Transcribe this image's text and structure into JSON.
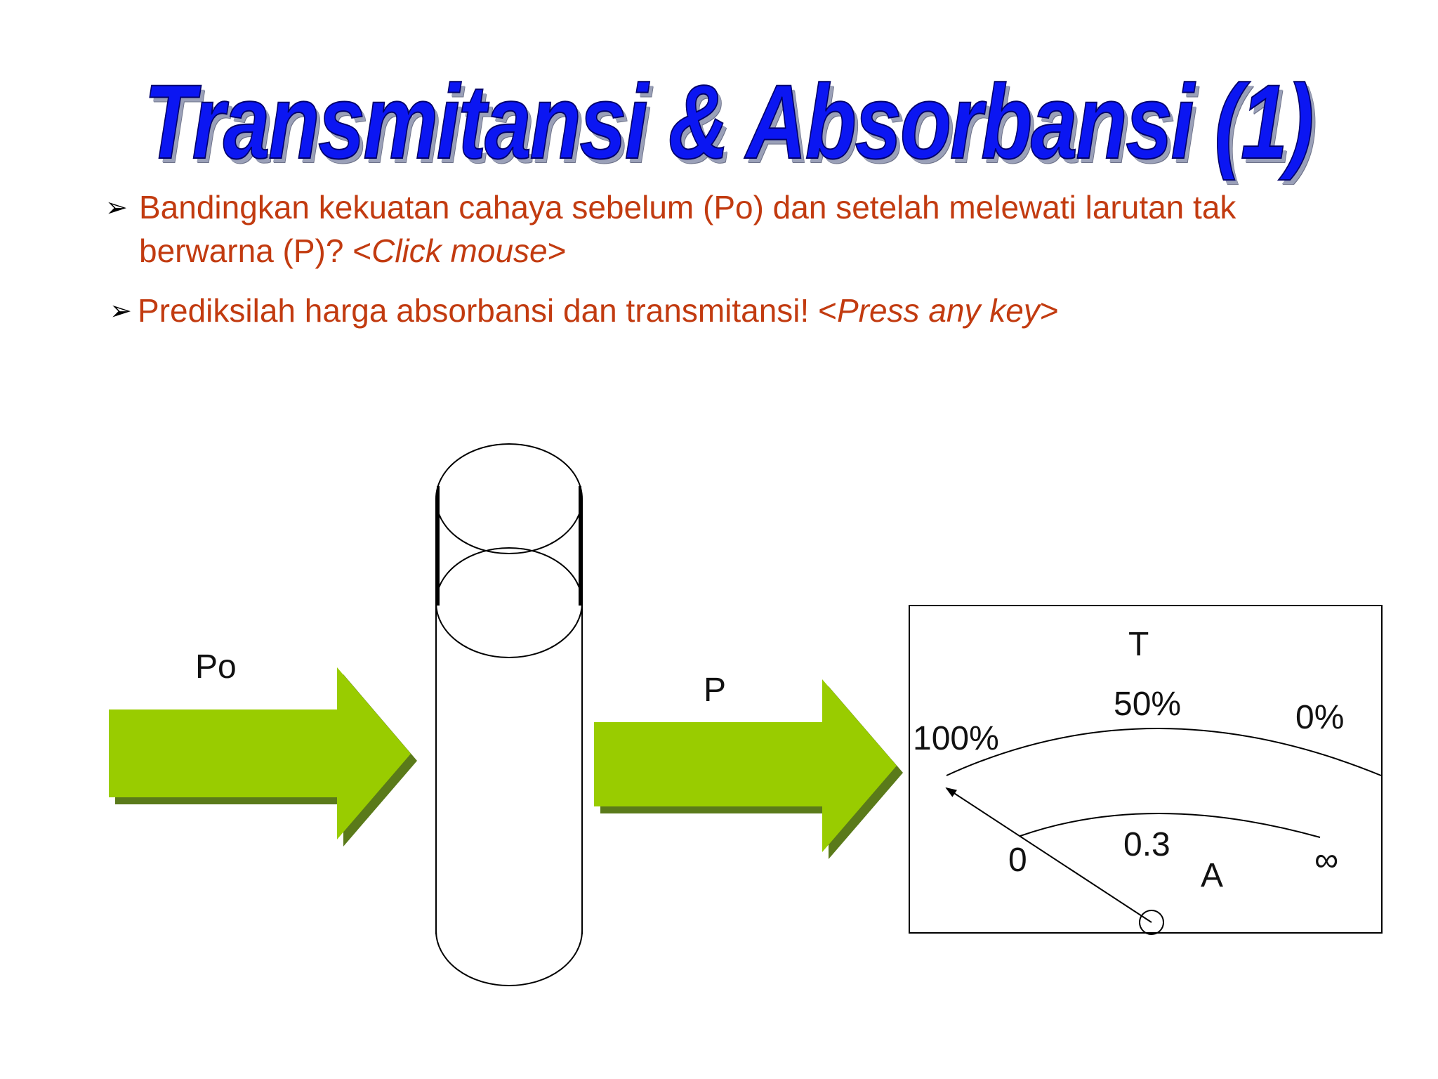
{
  "title": "Transmitansi & Absorbansi (1)",
  "bullets": [
    {
      "text": "Bandingkan kekuatan cahaya sebelum (Po) dan setelah melewati larutan tak berwarna (P)? <",
      "hint": "Click mouse",
      "suffix": ">"
    },
    {
      "text": "Prediksilah harga absorbansi dan transmitansi! <",
      "hint": "Press any key",
      "suffix": ">"
    }
  ],
  "diagram": {
    "incident_label": "Po",
    "transmitted_label": "P",
    "meter": {
      "scale_t_label": "T",
      "scale_t_ticks": [
        "100%",
        "50%",
        "0%"
      ],
      "scale_a_label": "A",
      "scale_a_ticks": [
        "0",
        "0.3",
        "∞"
      ]
    }
  },
  "colors": {
    "title": "#0b16f2",
    "text": "#c23b10",
    "arrow": "#99cc00",
    "arrow_shadow": "#5a7a1a"
  }
}
